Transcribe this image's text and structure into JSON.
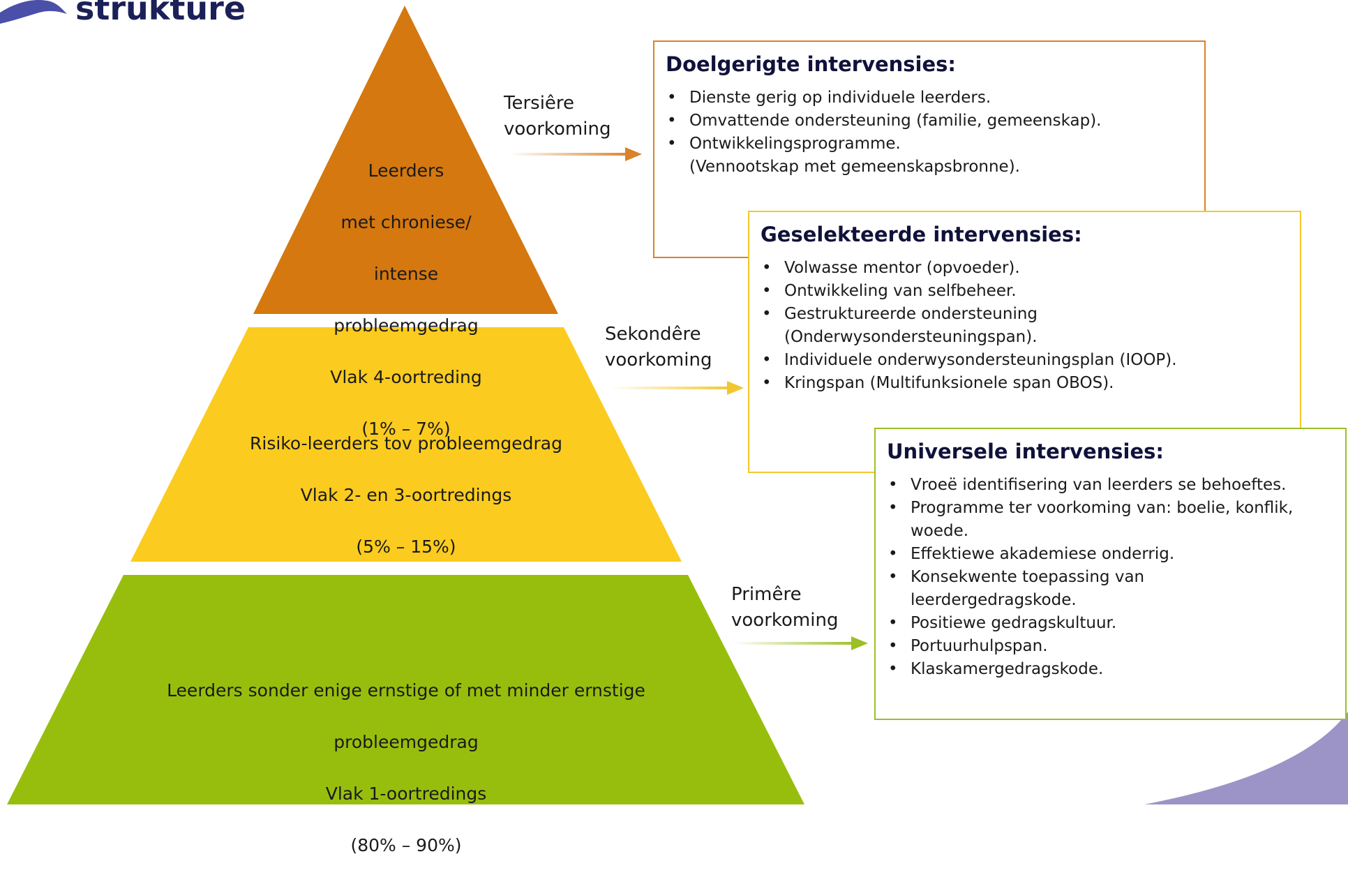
{
  "logo": {
    "text": "strukture"
  },
  "colors": {
    "tier_top": "#d4780f",
    "tier_middle": "#fbcb1f",
    "tier_bottom": "#98be0d",
    "box_top_border": "#d9822a",
    "box_middle_border": "#f2c62e",
    "box_bottom_border": "#9bbf25",
    "logo_blue": "#4a4fa8",
    "corner_purple": "#9c94c6"
  },
  "pyramid": {
    "top": {
      "lines": [
        "Leerders",
        "met chroniese/",
        "intense",
        "probleemgedrag",
        "Vlak 4-oortreding",
        "(1% – 7%)"
      ]
    },
    "middle": {
      "lines": [
        "Risiko-leerders tov probleemgedrag",
        "Vlak 2- en 3-oortredings",
        "(5% – 15%)"
      ]
    },
    "bottom": {
      "lines": [
        "Leerders sonder enige ernstige of met minder ernstige",
        "probleemgedrag",
        "Vlak 1-oortredings",
        "(80% – 90%)"
      ]
    }
  },
  "prevention": {
    "tertiary": {
      "line1": "Tersiêre",
      "line2": "voorkoming"
    },
    "secondary": {
      "line1": "Sekondêre",
      "line2": "voorkoming"
    },
    "primary": {
      "line1": "Primêre",
      "line2": "voorkoming"
    }
  },
  "boxes": {
    "targeted": {
      "title": "Doelgerigte intervensies:",
      "items": [
        {
          "lines": [
            "Dienste gerig op individuele leerders."
          ]
        },
        {
          "lines": [
            "Omvattende ondersteuning (familie, gemeenskap)."
          ]
        },
        {
          "lines": [
            "Ontwikkelingsprogramme.",
            "(Vennootskap met gemeenskapsbronne)."
          ]
        }
      ]
    },
    "selected": {
      "title": "Geselekteerde intervensies:",
      "items": [
        {
          "lines": [
            "Volwasse mentor (opvoeder)."
          ]
        },
        {
          "lines": [
            "Ontwikkeling van selfbeheer."
          ]
        },
        {
          "lines": [
            "Gestruktureerde ondersteuning",
            "(Onderwysondersteuningspan)."
          ]
        },
        {
          "lines": [
            "Individuele onderwysondersteuningsplan (IOOP)."
          ]
        },
        {
          "lines": [
            "Kringspan (Multifunksionele span OBOS)."
          ]
        }
      ]
    },
    "universal": {
      "title": "Universele intervensies:",
      "items": [
        {
          "lines": [
            "Vroeë identifisering van leerders se behoeftes."
          ]
        },
        {
          "lines": [
            "Programme ter voorkoming van: boelie, konflik,",
            "woede."
          ]
        },
        {
          "lines": [
            "Effektiewe akademiese onderrig."
          ]
        },
        {
          "lines": [
            "Konsekwente toepassing van",
            "leerdergedragskode."
          ]
        },
        {
          "lines": [
            "Positiewe gedragskultuur."
          ]
        },
        {
          "lines": [
            "Portuurhulpspan."
          ]
        },
        {
          "lines": [
            "Klaskamergedragskode."
          ]
        }
      ]
    }
  }
}
